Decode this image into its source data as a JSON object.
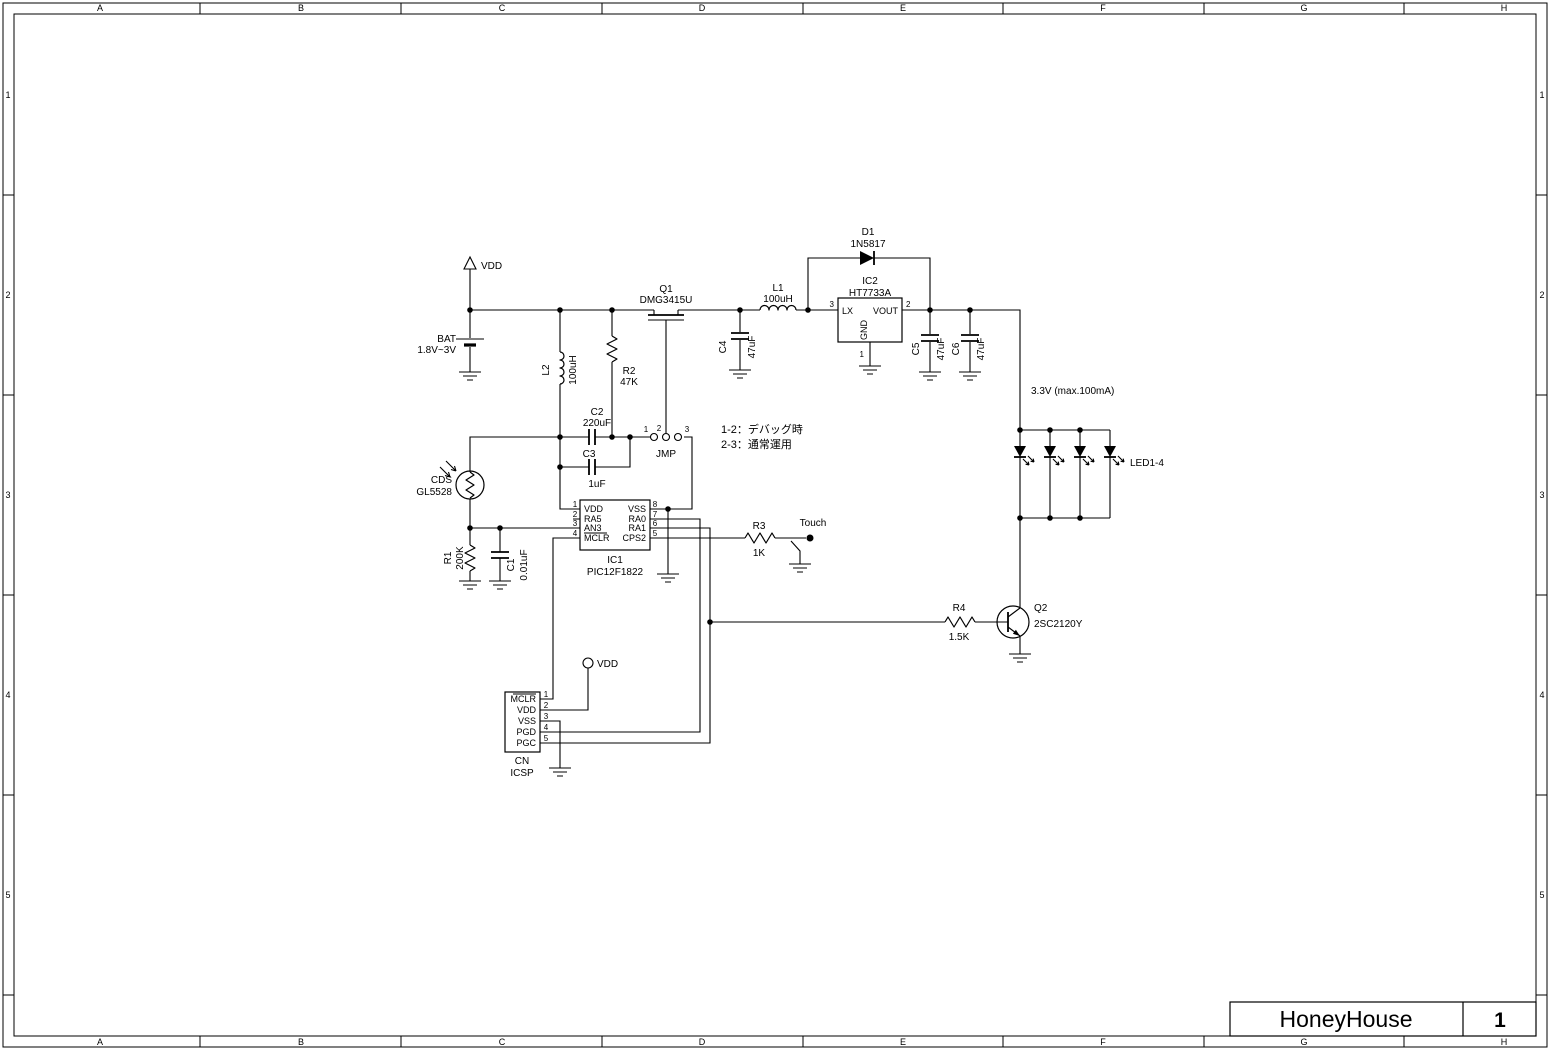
{
  "sheet": {
    "columns": [
      "A",
      "B",
      "C",
      "D",
      "E",
      "F",
      "G",
      "H"
    ],
    "rows": [
      "1",
      "2",
      "3",
      "4",
      "5"
    ],
    "title": "HoneyHouse",
    "page": "1"
  },
  "labels": {
    "vdd_top": "VDD",
    "vdd_icsp": "VDD",
    "output_rating": "3.3V (max.100mA)",
    "touch": "Touch",
    "led_group": "LED1-4",
    "jmp_note1": "1-2：デバッグ時",
    "jmp_note2": "2-3：通常運用"
  },
  "components": {
    "bat": {
      "ref": "BAT",
      "value": "1.8V~3V"
    },
    "q1": {
      "ref": "Q1",
      "value": "DMG3415U"
    },
    "q2": {
      "ref": "Q2",
      "value": "2SC2120Y"
    },
    "r1": {
      "ref": "R1",
      "value": "200K"
    },
    "r2": {
      "ref": "R2",
      "value": "47K"
    },
    "r3": {
      "ref": "R3",
      "value": "1K"
    },
    "r4": {
      "ref": "R4",
      "value": "1.5K"
    },
    "c1": {
      "ref": "C1",
      "value": "0.01uF"
    },
    "c2": {
      "ref": "C2",
      "value": "220uF"
    },
    "c3": {
      "ref": "C3",
      "value": "1uF"
    },
    "c4": {
      "ref": "C4",
      "value": "47uF"
    },
    "c5": {
      "ref": "C5",
      "value": "47uF"
    },
    "c6": {
      "ref": "C6",
      "value": "47uF"
    },
    "l1": {
      "ref": "L1",
      "value": "100uH"
    },
    "l2": {
      "ref": "L2",
      "value": "100uH"
    },
    "d1": {
      "ref": "D1",
      "value": "1N5817"
    },
    "cds": {
      "ref": "CDS",
      "value": "GL5528"
    },
    "jmp": {
      "ref": "JMP",
      "pins": [
        "1",
        "2",
        "3"
      ]
    },
    "ic1": {
      "ref": "IC1",
      "value": "PIC12F1822",
      "left_pins": [
        {
          "num": "1",
          "name": "VDD"
        },
        {
          "num": "2",
          "name": "RA5"
        },
        {
          "num": "3",
          "name": "AN3"
        },
        {
          "num": "4",
          "name": "MCLR"
        }
      ],
      "right_pins": [
        {
          "num": "8",
          "name": "VSS"
        },
        {
          "num": "7",
          "name": "RA0"
        },
        {
          "num": "6",
          "name": "RA1"
        },
        {
          "num": "5",
          "name": "CPS2"
        }
      ]
    },
    "ic2": {
      "ref": "IC2",
      "value": "HT7733A",
      "pins": [
        {
          "num": "3",
          "name": "LX"
        },
        {
          "num": "2",
          "name": "VOUT"
        },
        {
          "num": "1",
          "name": "GND"
        }
      ]
    },
    "cn": {
      "ref": "CN",
      "value": "ICSP",
      "pins": [
        {
          "num": "1",
          "name": "MCLR"
        },
        {
          "num": "2",
          "name": "VDD"
        },
        {
          "num": "3",
          "name": "VSS"
        },
        {
          "num": "4",
          "name": "PGD"
        },
        {
          "num": "5",
          "name": "PGC"
        }
      ]
    }
  }
}
